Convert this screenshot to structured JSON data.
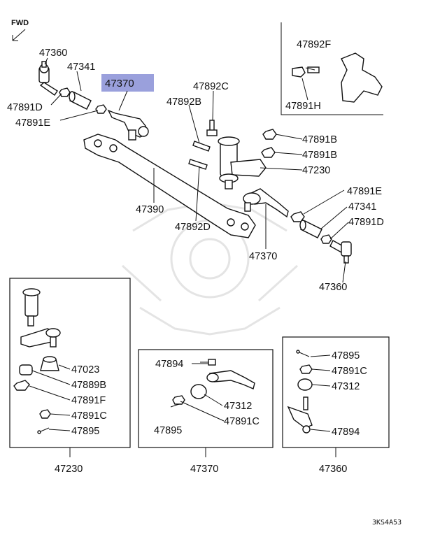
{
  "direction_label": "FWD",
  "highlight_color": "#9aa0dc",
  "drawing_code": "3KS4A53",
  "callouts": {
    "c47360_top": "47360",
    "c47341_top": "47341",
    "c47370_top": "47370",
    "c47891D_top": "47891D",
    "c47891E_top": "47891E",
    "c47892C": "47892C",
    "c47892B": "47892B",
    "c47892F": "47892F",
    "c47891H": "47891H",
    "c47891B_1": "47891B",
    "c47891B_2": "47891B",
    "c47230_main": "47230",
    "c47390": "47390",
    "c47892D": "47892D",
    "c47891E_right": "47891E",
    "c47341_right": "47341",
    "c47891D_right": "47891D",
    "c47370_main": "47370",
    "c47360_right": "47360"
  },
  "detail_boxes": {
    "box_47230": {
      "title": "47230",
      "items": [
        "47023",
        "47889B",
        "47891F",
        "47891C",
        "47895"
      ]
    },
    "box_47370": {
      "title": "47370",
      "items": [
        "47894",
        "47312",
        "47895",
        "47891C"
      ]
    },
    "box_47360": {
      "title": "47360",
      "items": [
        "47895",
        "47891C",
        "47312",
        "47894"
      ]
    }
  }
}
